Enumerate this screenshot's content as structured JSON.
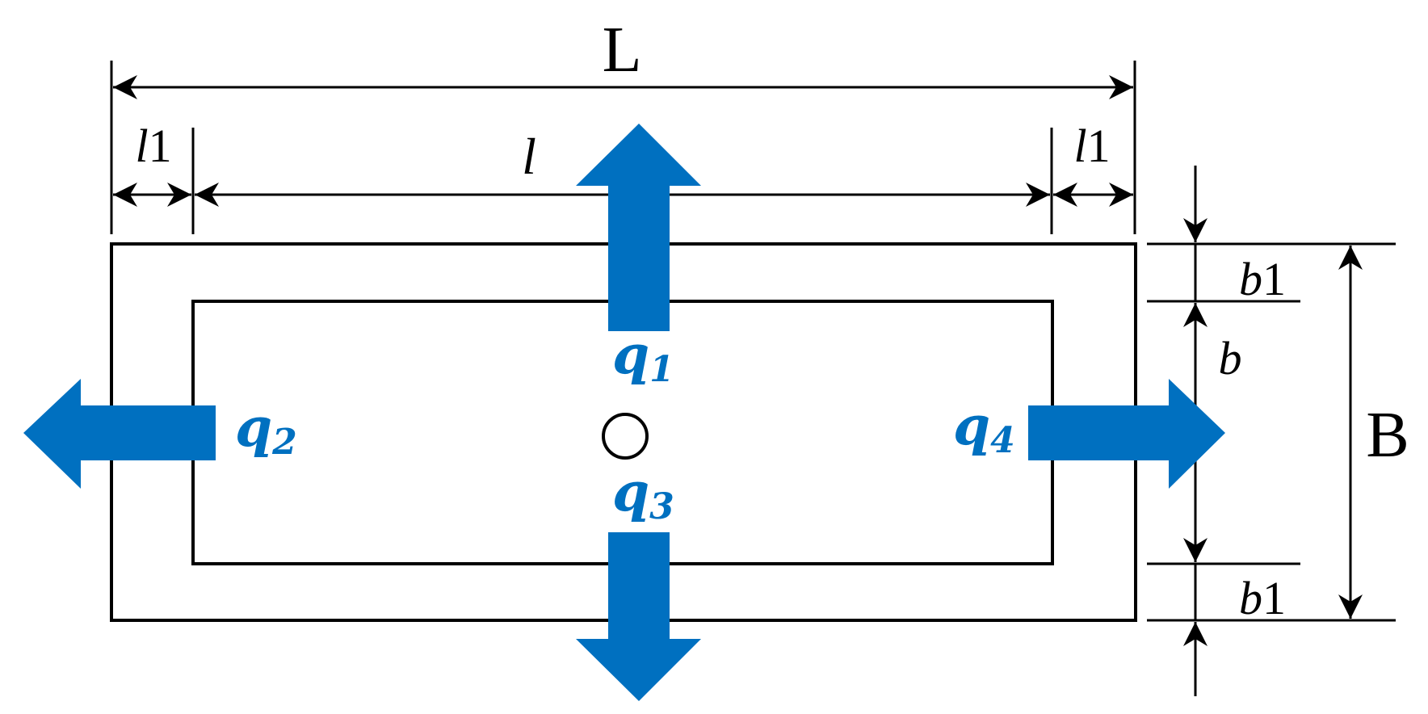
{
  "labels": {
    "overall_length": "L",
    "inner_length": "l",
    "end_length_left": "l1",
    "end_length_right": "l1",
    "overall_width": "B",
    "inner_width": "b",
    "edge_width_top": "b1",
    "edge_width_bottom": "b1"
  },
  "loads": [
    {
      "symbol": "q",
      "sub": "1"
    },
    {
      "symbol": "q",
      "sub": "2"
    },
    {
      "symbol": "q",
      "sub": "3"
    },
    {
      "symbol": "q",
      "sub": "4"
    }
  ],
  "colors": {
    "arrow": "#0070c0",
    "line": "#000000"
  }
}
